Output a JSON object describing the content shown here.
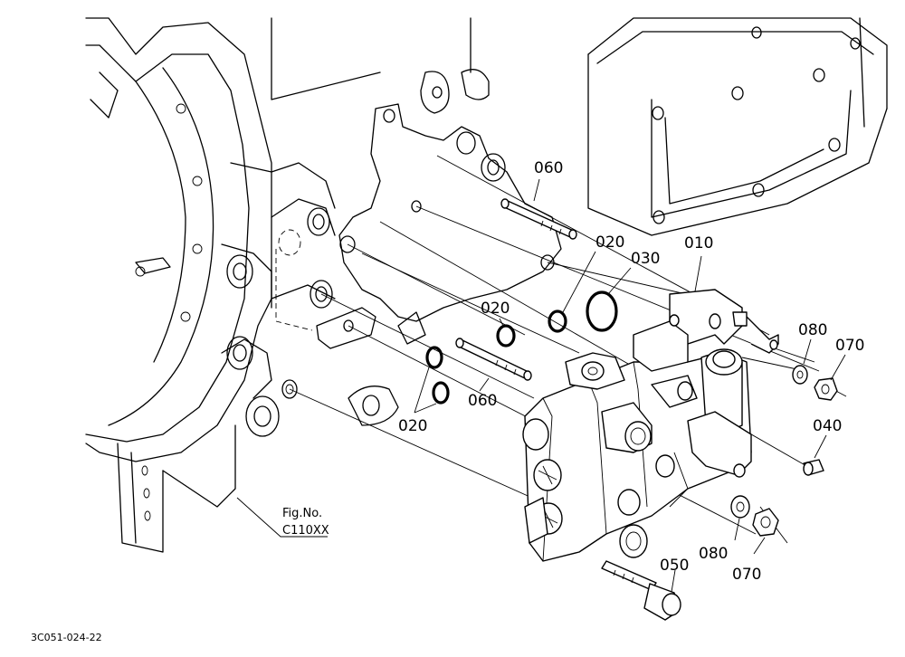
{
  "callouts": {
    "c010": "010",
    "c020a": "020",
    "c020b": "020",
    "c020c": "020",
    "c030": "030",
    "c040": "040",
    "c050": "050",
    "c060a": "060",
    "c060b": "060",
    "c070a": "070",
    "c070b": "070",
    "c080a": "080",
    "c080b": "080"
  },
  "figure_ref": {
    "line1": "Fig.No.",
    "line2": "C110XX"
  },
  "drawing_code": "3C051-024-22"
}
